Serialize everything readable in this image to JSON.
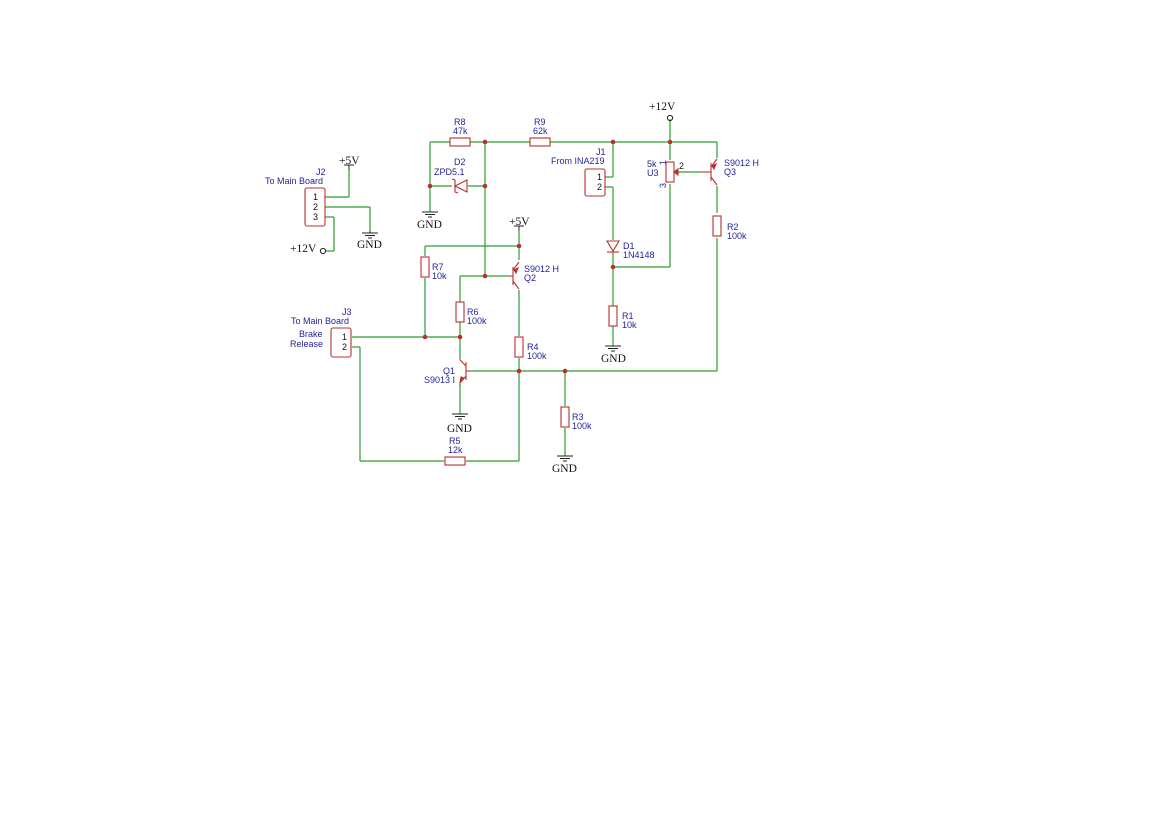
{
  "power": {
    "vcc12_top": "+12V",
    "vcc5_j2": "+5V",
    "vcc5_q2": "+5V",
    "vcc12_j2": "+12V",
    "gnd_j2": "GND",
    "gnd_d2": "GND",
    "gnd_r1": "GND",
    "gnd_q1": "GND",
    "gnd_r3": "GND"
  },
  "components": {
    "r8": {
      "ref": "R8",
      "value": "47k"
    },
    "r9": {
      "ref": "R9",
      "value": "62k"
    },
    "d2": {
      "ref": "D2",
      "value": "ZPD5.1"
    },
    "j1": {
      "ref": "J1",
      "value": "From INA219",
      "pins": [
        "1",
        "2"
      ]
    },
    "u3": {
      "ref": "U3",
      "value": "5k",
      "pins": [
        "1",
        "2",
        "3"
      ]
    },
    "q3": {
      "ref": "Q3",
      "value": "S9012 H"
    },
    "r2": {
      "ref": "R2",
      "value": "100k"
    },
    "j2": {
      "ref": "J2",
      "value": "To Main Board",
      "pins": [
        "1",
        "2",
        "3"
      ]
    },
    "r7": {
      "ref": "R7",
      "value": "10k"
    },
    "q2": {
      "ref": "Q2",
      "value": "S9012 H"
    },
    "d1": {
      "ref": "D1",
      "value": "1N4148"
    },
    "r6": {
      "ref": "R6",
      "value": "100k"
    },
    "r1": {
      "ref": "R1",
      "value": "10k"
    },
    "j3": {
      "ref": "J3",
      "value": "To Main Board",
      "pins": [
        "1",
        "2"
      ],
      "label_line1": "Brake",
      "label_line2": "Release"
    },
    "r4": {
      "ref": "R4",
      "value": "100k"
    },
    "q1": {
      "ref": "Q1",
      "value": "S9013 I"
    },
    "r3": {
      "ref": "R3",
      "value": "100k"
    },
    "r5": {
      "ref": "R5",
      "value": "12k"
    }
  },
  "colors": {
    "wire": "#2e9e2e",
    "component": "#b8302f",
    "label": "#1f1f9a",
    "power": "#111111",
    "background": "#ffffff"
  }
}
